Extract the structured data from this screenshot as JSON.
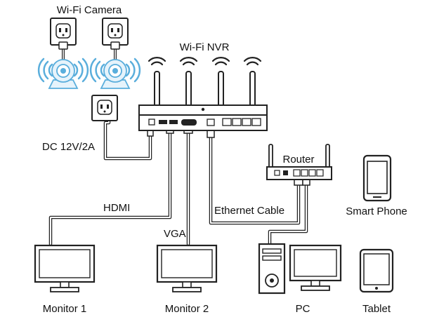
{
  "labels": {
    "wifi_camera": "Wi-Fi Camera",
    "wifi_nvr": "Wi-Fi NVR",
    "dc_power": "DC 12V/2A",
    "router": "Router",
    "smart_phone": "Smart Phone",
    "hdmi": "HDMI",
    "vga": "VGA",
    "ethernet_cable": "Ethernet Cable",
    "monitor_1": "Monitor 1",
    "monitor_2": "Monitor 2",
    "pc": "PC",
    "tablet": "Tablet"
  },
  "colors": {
    "outline": "#222222",
    "device_fill": "#ffffff",
    "camera_blue": "#5aaedc",
    "camera_light": "#e6f3fb",
    "cable_gray": "#aaaaaa"
  },
  "icons": [
    "power-outlet-icon",
    "wifi-signal-icon",
    "antenna-icon",
    "monitor-icon",
    "pc-tower-icon",
    "smartphone-icon",
    "tablet-icon"
  ]
}
